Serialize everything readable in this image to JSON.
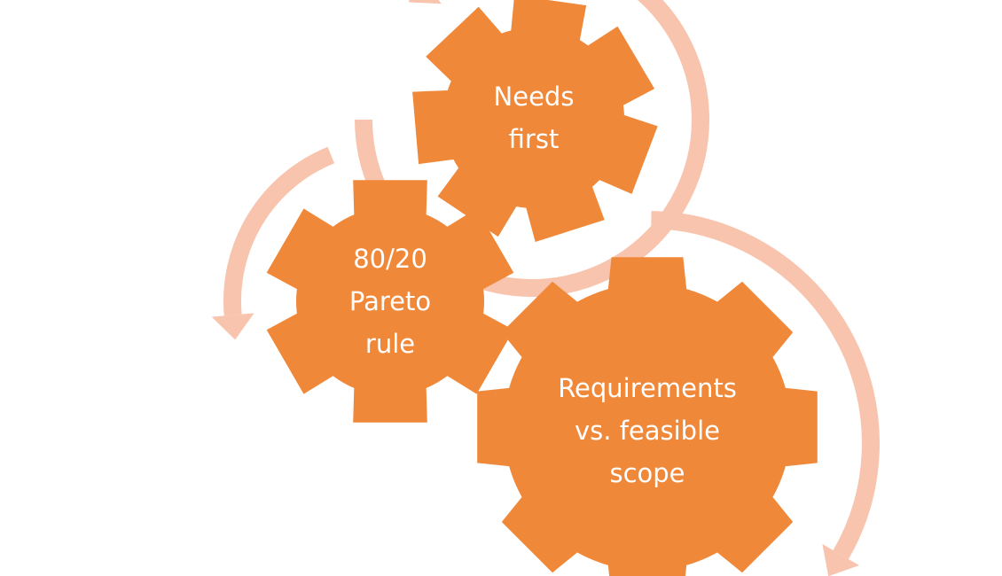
{
  "colors": {
    "gear": "#F0883A",
    "arrow": "#F8C4AE",
    "text": "#FFFFFF"
  },
  "gears": [
    {
      "id": "needs-first",
      "lines": [
        "Needs",
        "first"
      ],
      "teeth": 7
    },
    {
      "id": "pareto",
      "lines": [
        "80/20",
        "Pareto",
        "rule"
      ],
      "teeth": 6
    },
    {
      "id": "requirements",
      "lines": [
        "Requirements",
        "vs. feasible",
        "scope"
      ],
      "teeth": 8
    }
  ]
}
